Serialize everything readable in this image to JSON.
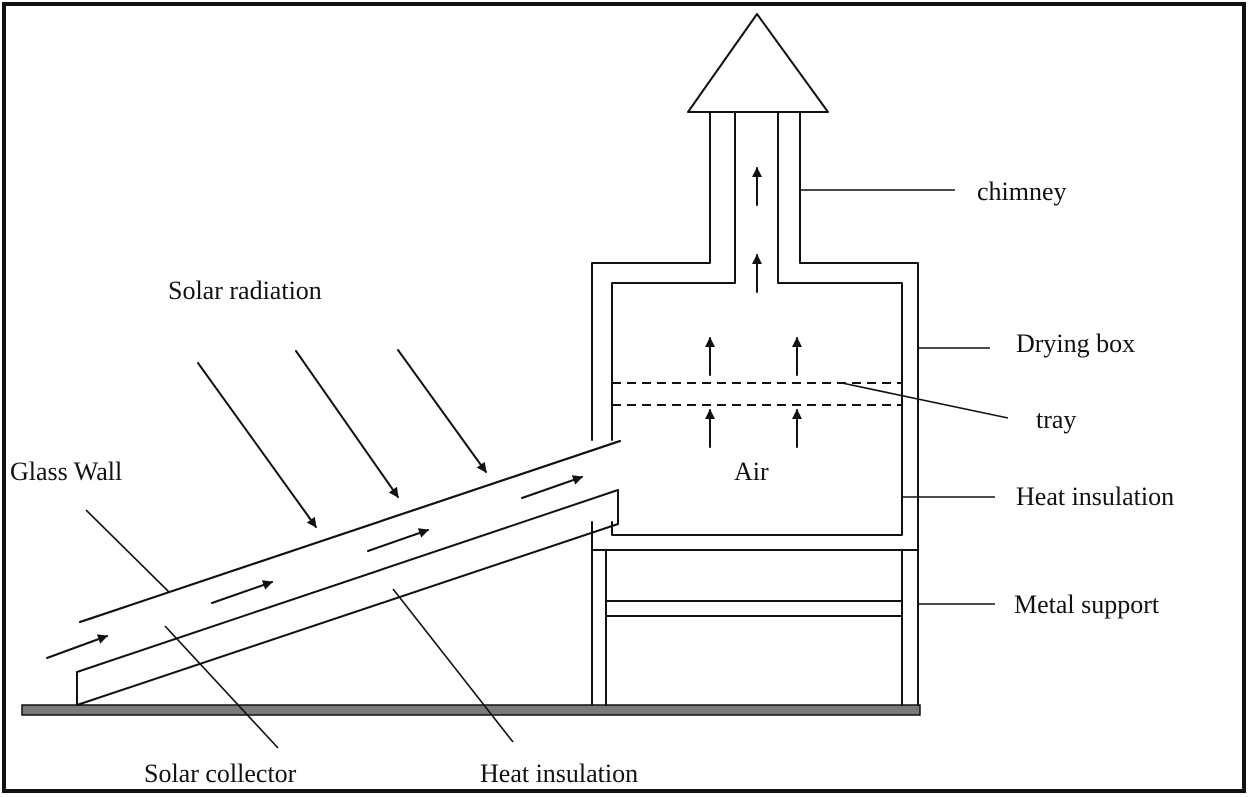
{
  "labels": {
    "chimney": "chimney",
    "solar_radiation": "Solar radiation",
    "drying_box": "Drying box",
    "tray": "tray",
    "glass_wall": "Glass Wall",
    "air": "Air",
    "heat_insulation_box": "Heat insulation",
    "metal_support": "Metal support",
    "solar_collector": "Solar collector",
    "heat_insulation_collector": "Heat insulation"
  },
  "colors": {
    "line": "#111111",
    "ground": "#7a7a7a",
    "background": "#ffffff"
  }
}
